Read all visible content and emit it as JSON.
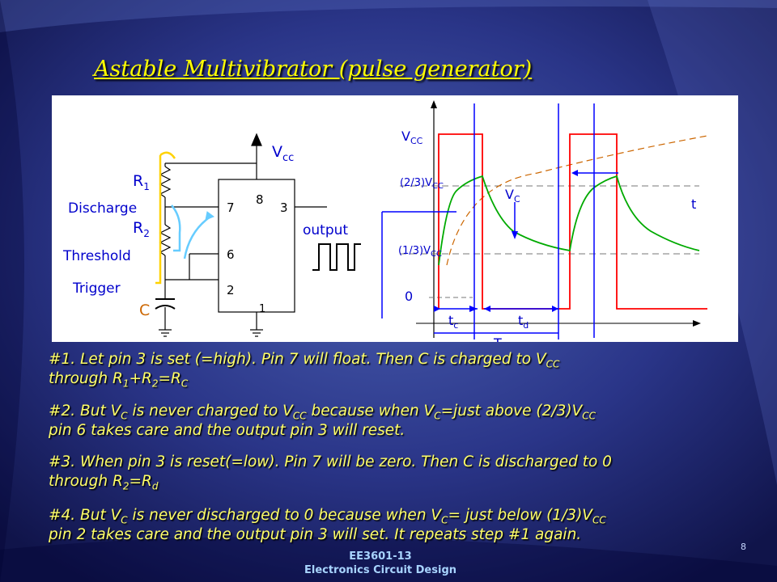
{
  "slide": {
    "title": "Astable Multivibrator (pulse generator)",
    "page_number": "8",
    "footer_line1": "EE3601-13",
    "footer_line2": "Electronics Circuit Design"
  },
  "circuit": {
    "vcc": "V",
    "vcc_sub": "cc",
    "r1": "R",
    "r1_sub": "1",
    "r2": "R",
    "r2_sub": "2",
    "discharge": "Discharge",
    "threshold": "Threshold",
    "trigger": "Trigger",
    "cap": "C",
    "pin8": "8",
    "pin7": "7",
    "pin3": "3",
    "pin6": "6",
    "pin2": "2",
    "pin1": "1",
    "output": "output"
  },
  "waveform": {
    "vcc": "V",
    "vcc_sub": "CC",
    "two_thirds": "(2/3)V",
    "two_thirds_sub": "CC",
    "one_third": "(1/3)V",
    "one_third_sub": "CC",
    "zero": "0",
    "vc": "V",
    "vc_sub": "C",
    "t_axis": "t",
    "tc": "t",
    "tc_sub": "c",
    "td": "t",
    "td_sub": "d",
    "period": "T"
  },
  "steps": [
    {
      "a": "#1. Let pin 3 is set (=high). Pin 7 will float. Then C is charged to V",
      "a_sub": "CC",
      "b": "through R",
      "b_sub": "1",
      "c": "+R",
      "c_sub": "2",
      "d": "=R",
      "d_sub": "C"
    },
    {
      "a": "#2. But V",
      "a_sub": "C",
      "b": " is never charged to V",
      "b_sub": "CC",
      "c": " because when V",
      "c_sub": "C",
      "d": "=just above (2/3)V",
      "d_sub": "CC",
      "e": "pin 6 takes care and the output pin 3 will reset."
    },
    {
      "a": "#3. When pin 3 is reset(=low). Pin 7 will be zero. Then C is discharged to 0",
      "b": "through R",
      "b_sub": "2",
      "c": "=R",
      "c_sub": "d"
    },
    {
      "a": "#4. But V",
      "a_sub": "C",
      "b": " is never discharged to 0 because when V",
      "b_sub": "C",
      "c": "= just below (1/3)V",
      "c_sub": "CC",
      "d": "pin 2 takes care and the output pin 3 will set. It repeats step #1 again."
    }
  ],
  "colors": {
    "title": "#ffff00",
    "body_text": "#ffff66",
    "circuit_labels": "#0000cc",
    "cap_label": "#cc6600",
    "wave": "#ff0000",
    "vc_curve": "#00aa00",
    "annot": "#0000ff"
  }
}
